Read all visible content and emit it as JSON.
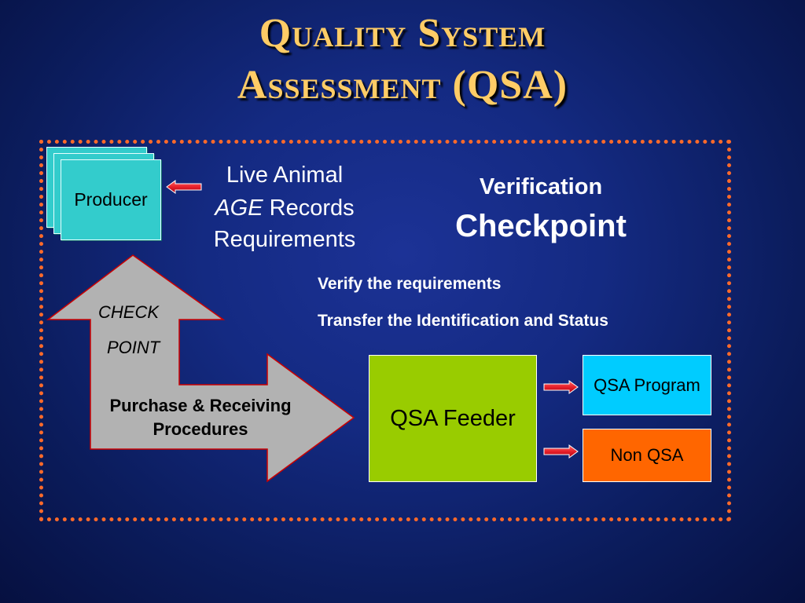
{
  "title": {
    "line1": "Quality System",
    "line2": "Assessment (QSA)"
  },
  "producer": {
    "label": "Producer"
  },
  "requirements": {
    "line1": "Live Animal",
    "line2_italic": "AGE",
    "line2_rest": "Records",
    "line3": "Requirements"
  },
  "verification": {
    "line1": "Verification",
    "line2": "Checkpoint"
  },
  "bullets": {
    "item1": "Verify the requirements",
    "item2": "Transfer the Identification and Status"
  },
  "checkpoint": {
    "line1": "CHECK",
    "line2": "POINT"
  },
  "procedures": {
    "line1": "Purchase & Receiving",
    "line2": "Procedures"
  },
  "feeder": {
    "label": "QSA Feeder"
  },
  "outcomes": {
    "program": "QSA Program",
    "non": "Non QSA"
  },
  "colors": {
    "title": "#ffcc66",
    "frame_border": "#ff6a2a",
    "producer_fill": "#33cccc",
    "arrow_fill": "#b2b2b2",
    "arrow_outline": "#cc0000",
    "feeder_fill": "#99cc00",
    "qsa_program_fill": "#00ccff",
    "non_qsa_fill": "#ff6600",
    "small_arrow": "#e8202a"
  },
  "icons": {
    "producer_to_requirements": "arrow-left-icon",
    "feeder_to_program": "arrow-right-icon",
    "feeder_to_non_qsa": "arrow-right-icon"
  }
}
